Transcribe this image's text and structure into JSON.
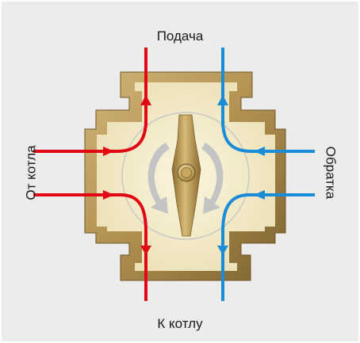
{
  "labels": {
    "top": "Подача",
    "bottom": "К котлу",
    "left": "От котла",
    "right": "Обратка"
  },
  "colors": {
    "hot": "#e30613",
    "cold": "#1a8cd8",
    "brass": "#a8884a",
    "brass_inner": "#efe3ba",
    "background": "#ececec"
  }
}
